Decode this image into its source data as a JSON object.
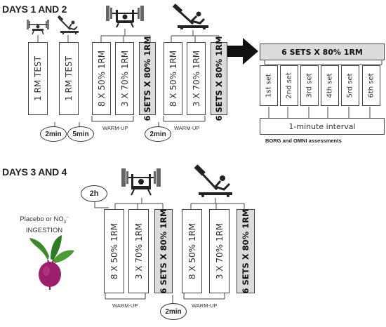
{
  "section1": {
    "title": "DAYS 1 AND 2",
    "test1_label": "1 RM TEST",
    "test2_label": "1 RM TEST",
    "rest1": "2min",
    "rest2": "5min",
    "rest3": "2min",
    "bench_warmup": [
      "8 X 50% 1RM",
      "3 X 70% 1RM"
    ],
    "bench_main": "6 SETS X 80% 1RM",
    "leg_warmup": [
      "8 X 50% 1RM",
      "3 X 70% 1RM"
    ],
    "leg_main": "6 SETS X 80% 1RM",
    "warmup_label_1": "WARM-UP",
    "warmup_label_2": "WARM-UP"
  },
  "detail": {
    "header": "6 SETS X 80% 1RM",
    "sets": [
      "1st set",
      "2nd set",
      "3rd set",
      "4th set",
      "5rd set",
      "6th set"
    ],
    "interval": "1-minute interval",
    "assessments": "BORG and OMNI assessments"
  },
  "section2": {
    "title": "DAYS 3 AND 4",
    "wait": "2h",
    "ingestion_line1": "Placebo or NO",
    "ingestion_sub": "3",
    "ingestion_sup": "−",
    "ingestion_line2": "INGESTION",
    "bench_warmup": [
      "8 X 50% 1RM",
      "3 X 70% 1RM"
    ],
    "bench_main": "6 SETS X 80% 1RM",
    "leg_warmup": [
      "8 X 50% 1RM",
      "3 X 70% 1RM"
    ],
    "leg_main": "6 SETS X 80% 1RM",
    "warmup_label_1": "WARM-UP",
    "warmup_label_2": "WARM-UP",
    "rest": "2min"
  },
  "icons": [
    "bench-press-icon",
    "leg-press-icon",
    "beetroot-icon",
    "arrow-right-icon"
  ],
  "colors": {
    "highlight_box": "#dcdcdc",
    "beet": "#9c1f6e",
    "leaf": "#3f8a2e",
    "line": "#444444"
  }
}
